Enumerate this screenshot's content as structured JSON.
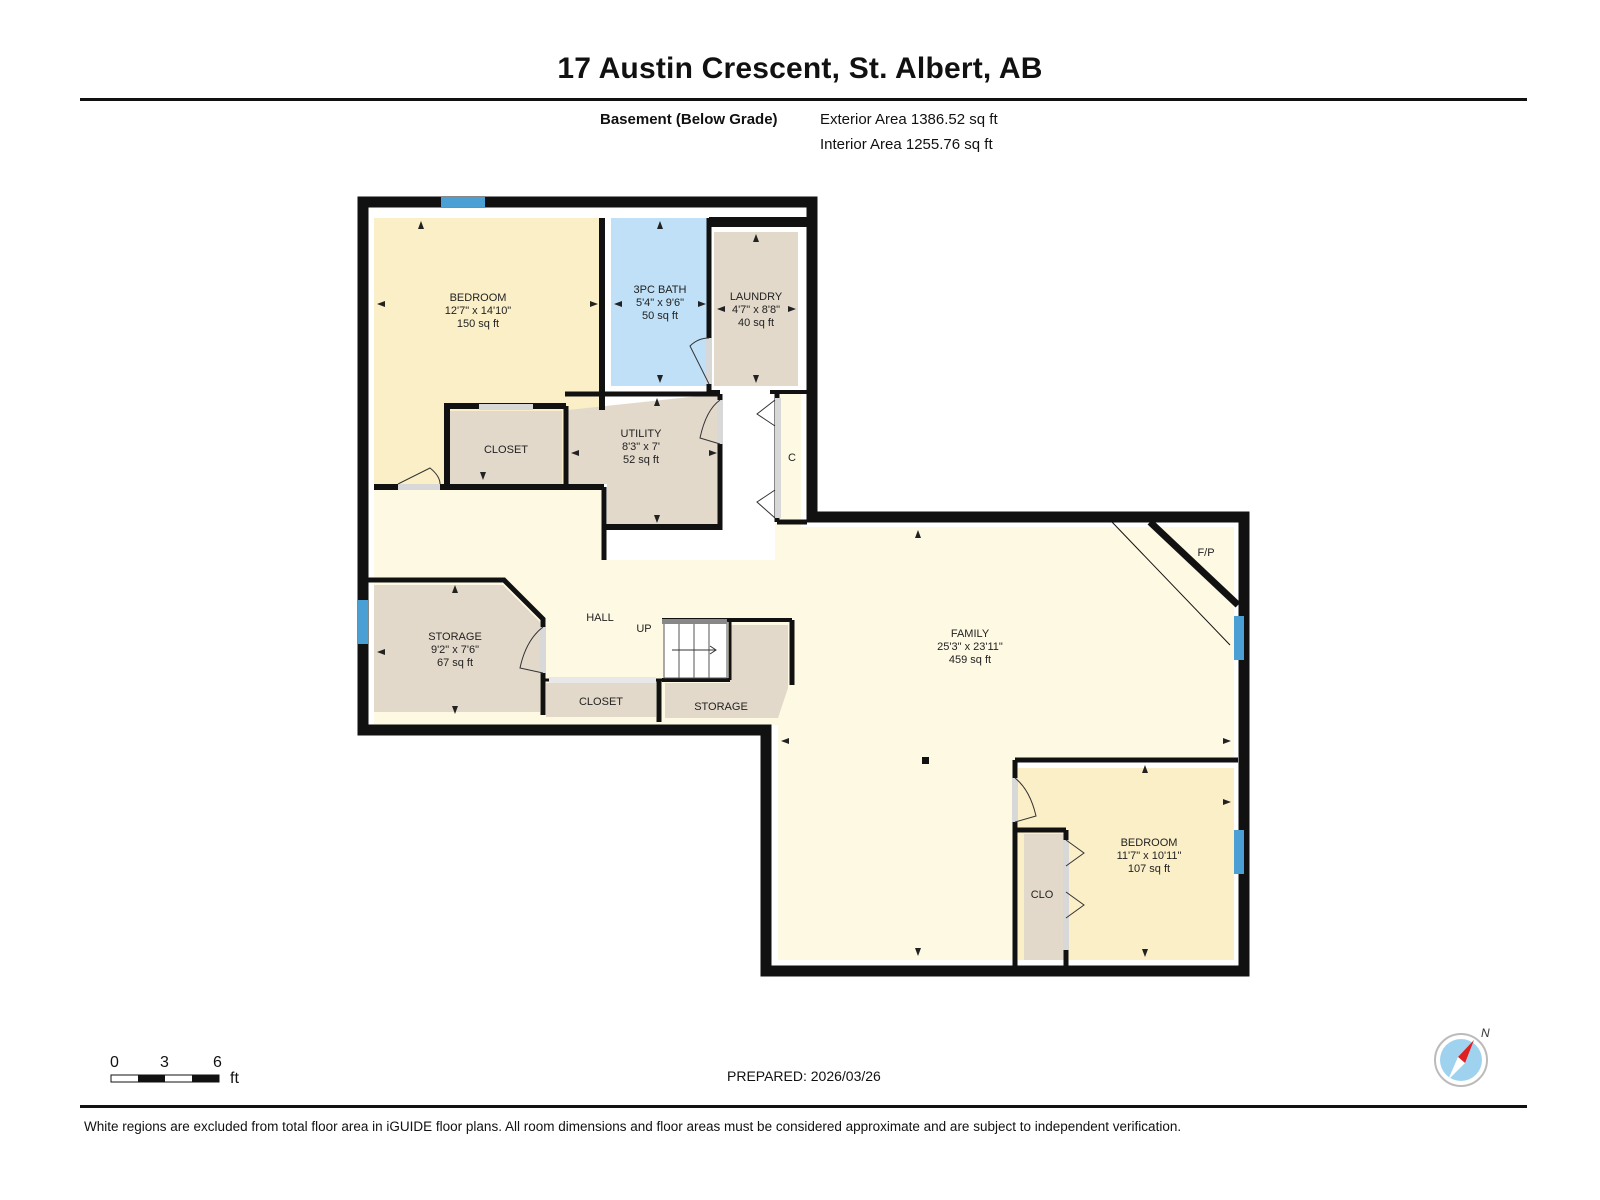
{
  "title": "17 Austin Crescent, St. Albert, AB",
  "level": "Basement (Below Grade)",
  "exterior_area": "Exterior Area 1386.52 sq ft",
  "interior_area": "Interior Area 1255.76 sq ft",
  "rooms": {
    "bedroom1": {
      "name": "BEDROOM",
      "dims": "12'7\" x 14'10\"",
      "area": "150 sq ft"
    },
    "bath": {
      "name": "3PC BATH",
      "dims": "5'4\" x 9'6\"",
      "area": "50 sq ft"
    },
    "laundry": {
      "name": "LAUNDRY",
      "dims": "4'7\" x 8'8\"",
      "area": "40 sq ft"
    },
    "closet1": {
      "name": "CLOSET"
    },
    "utility": {
      "name": "UTILITY",
      "dims": "8'3\" x 7'",
      "area": "52 sq ft"
    },
    "c": {
      "name": "C"
    },
    "fp": {
      "name": "F/P"
    },
    "hall": {
      "name": "HALL"
    },
    "up": {
      "name": "UP"
    },
    "storage1": {
      "name": "STORAGE",
      "dims": "9'2\" x 7'6\"",
      "area": "67 sq ft"
    },
    "closet2": {
      "name": "CLOSET"
    },
    "storage2": {
      "name": "STORAGE"
    },
    "family": {
      "name": "FAMILY",
      "dims": "25'3\" x 23'11\"",
      "area": "459 sq ft"
    },
    "bedroom2": {
      "name": "BEDROOM",
      "dims": "11'7\" x 10'11\"",
      "area": "107 sq ft"
    },
    "clo": {
      "name": "CLO"
    }
  },
  "scale": {
    "ticks": [
      "0",
      "3",
      "6"
    ],
    "unit": "ft"
  },
  "compass_label": "N",
  "prepared": "PREPARED: 2026/03/26",
  "disclaimer": "White regions are excluded from total floor area in iGUIDE floor plans. All room dimensions and floor areas must be considered approximate and are subject to independent verification.",
  "colors": {
    "wall": "#111111",
    "bedroom": "#fbefc8",
    "bath": "#bfe0f7",
    "service": "#e3d9cb",
    "hall": "#fef9e3",
    "window": "#4a9fd4"
  }
}
